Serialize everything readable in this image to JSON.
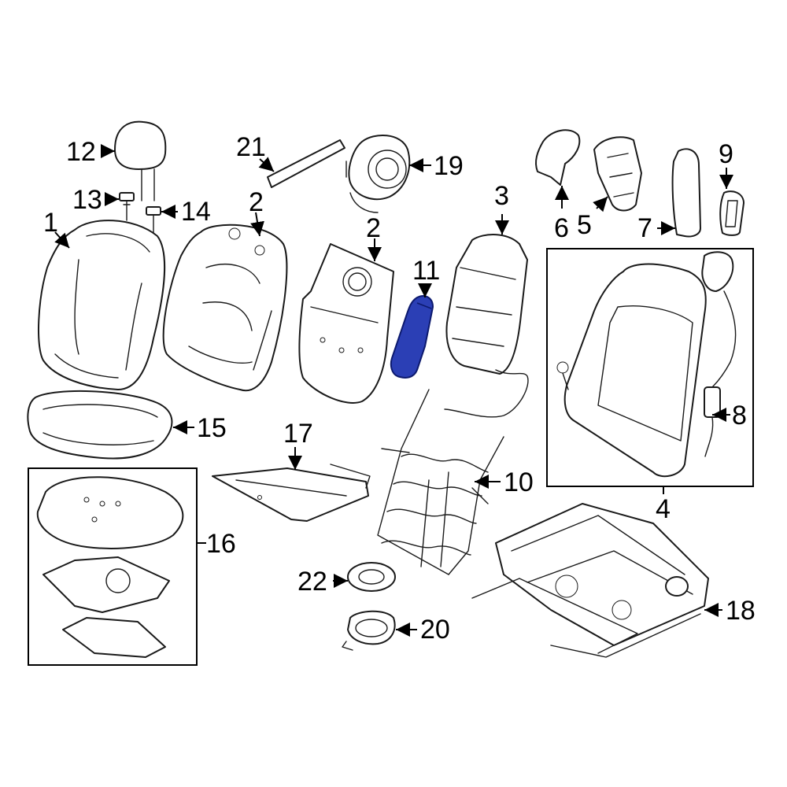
{
  "highlight_color": "#2b3fb5",
  "callouts": {
    "c1": "1",
    "c2a": "2",
    "c2b": "2",
    "c3": "3",
    "c4": "4",
    "c5": "5",
    "c6": "6",
    "c7": "7",
    "c8": "8",
    "c9": "9",
    "c10": "10",
    "c11": "11",
    "c12": "12",
    "c13": "13",
    "c14": "14",
    "c15": "15",
    "c16": "16",
    "c17": "17",
    "c18": "18",
    "c19": "19",
    "c20": "20",
    "c21": "21",
    "c22": "22"
  }
}
